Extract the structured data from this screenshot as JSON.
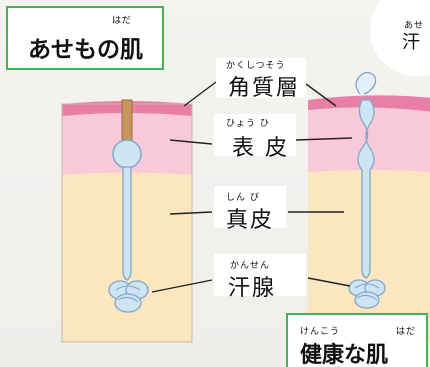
{
  "top_left_box": {
    "ruby": "はだ",
    "title": "あせもの肌"
  },
  "top_right_circle": {
    "ruby": "あせ",
    "title": "汗"
  },
  "bottom_right_box": {
    "ruby_kenkou": "けんこう",
    "ruby_hada": "はだ",
    "title": "健康な肌"
  },
  "labels": {
    "kakushitsu": {
      "ruby": "かくしつそう",
      "text": "角質層"
    },
    "hyouhi": {
      "ruby": "ひょう ひ",
      "text": "表 皮"
    },
    "shinpi": {
      "ruby": "しん ぴ",
      "text": "真皮"
    },
    "kansen": {
      "ruby": "かんせん",
      "text": "汗腺"
    }
  },
  "colors": {
    "stratum": "#e87fa6",
    "epidermis": "#f7c9d9",
    "dermis": "#fbe6bf",
    "gland": "#cfe4f3",
    "gland_outline": "#7fa7c7",
    "plug": "#c8955a",
    "box_border": "#42b25b"
  }
}
